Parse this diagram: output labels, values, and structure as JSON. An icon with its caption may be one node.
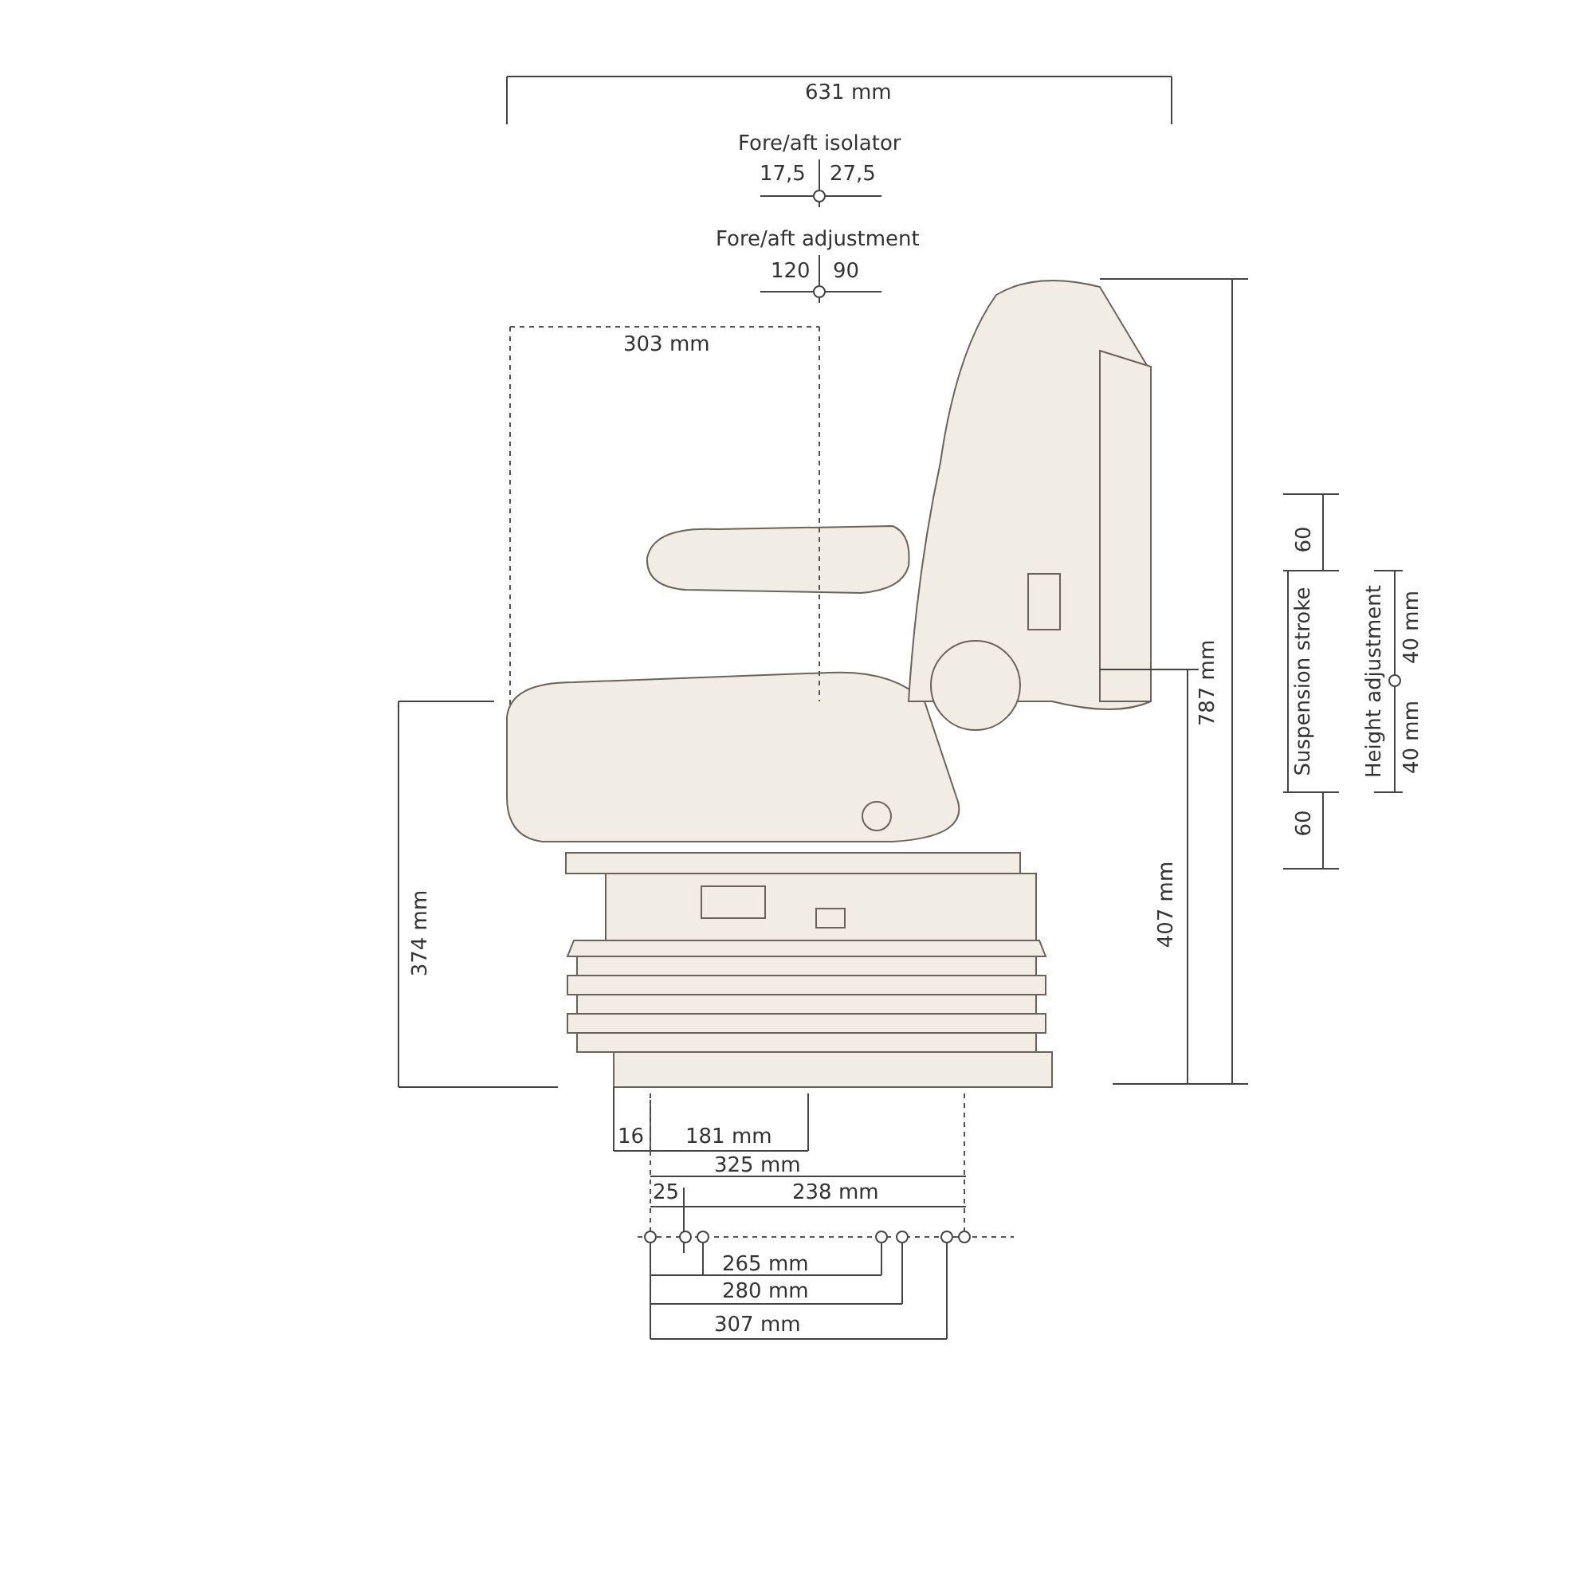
{
  "diagram": {
    "labels": [
      "631 mm",
      "Fore/aft isolator",
      "17,5",
      "27,5",
      "Fore/aft adjustment",
      "120",
      "90",
      "303 mm",
      "60",
      "Suspension stroke",
      "Height adjustment",
      "40 mm",
      "787 mm",
      "40 mm",
      "374 mm",
      "407 mm",
      "60",
      "16",
      "181 mm",
      "325 mm",
      "25",
      "238 mm",
      "265 mm",
      "280 mm",
      "307 mm"
    ]
  }
}
